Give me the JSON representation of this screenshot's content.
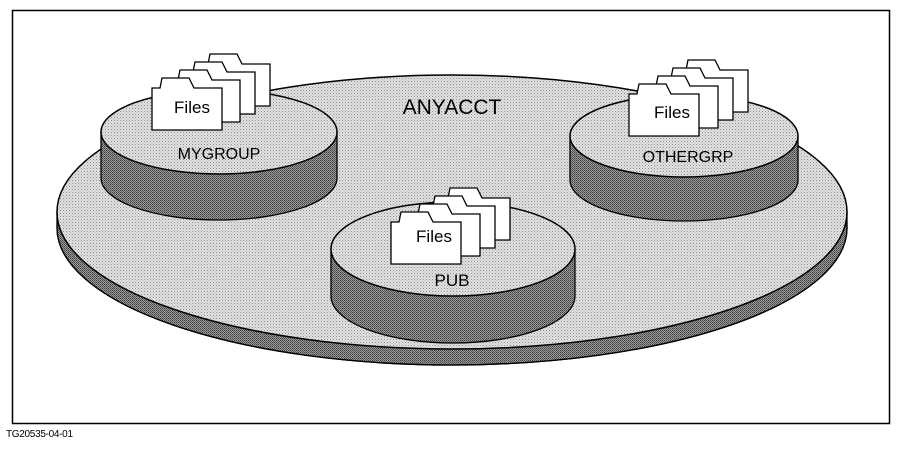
{
  "diagram": {
    "account_label": "ANYACCT",
    "groups": [
      {
        "name": "MYGROUP",
        "files_label": "Files"
      },
      {
        "name": "PUB",
        "files_label": "Files"
      },
      {
        "name": "OTHERGRP",
        "files_label": "Files"
      }
    ],
    "figure_id": "TG20535-04-01",
    "colors": {
      "disk_top": "#cfcfcf",
      "disk_side": "#8a8a8a",
      "outline": "#000000",
      "background": "#ffffff"
    }
  }
}
